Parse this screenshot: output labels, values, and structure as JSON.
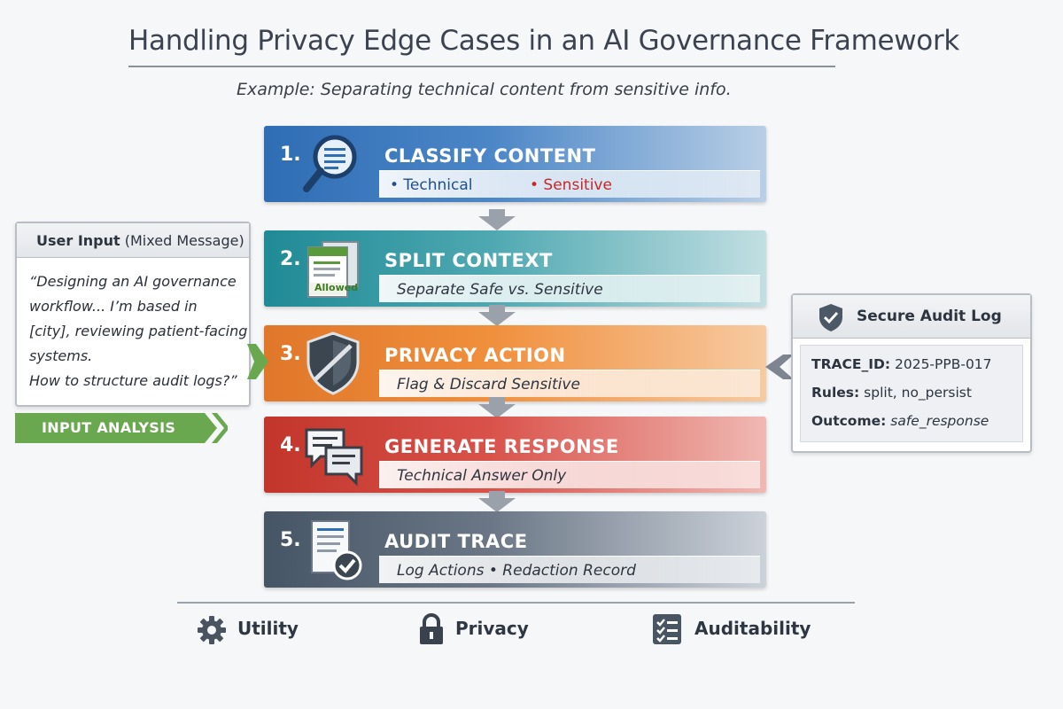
{
  "title": "Handling Privacy Edge Cases in an AI Governance Framework",
  "subtitle": "Example: Separating technical content from sensitive info.",
  "steps": [
    {
      "num": "1.",
      "title": "CLASSIFY CONTENT",
      "tag_technical": "• Technical",
      "tag_sensitive": "• Sensitive"
    },
    {
      "num": "2.",
      "title": "SPLIT CONTEXT",
      "subtitle": "Separate Safe vs. Sensitive",
      "doc_badge": "Allowed"
    },
    {
      "num": "3.",
      "title": "PRIVACY ACTION",
      "subtitle": "Flag & Discard Sensitive"
    },
    {
      "num": "4.",
      "title": "GENERATE RESPONSE",
      "subtitle": "Technical Answer Only"
    },
    {
      "num": "5.",
      "title": "AUDIT TRACE",
      "subtitle": "Log Actions • Redaction Record"
    }
  ],
  "user_input": {
    "title_bold": "User Input",
    "title_rest": " (Mixed Message)",
    "lines": [
      "“Designing an AI governance",
      "workflow... I’m based in",
      "[city], reviewing patient-facing",
      "systems.",
      "How to structure audit logs?”"
    ]
  },
  "input_analysis": "INPUT ANALYSIS",
  "audit_log": {
    "title": "Secure Audit Log",
    "trace_label": "TRACE_ID:",
    "trace_value": " 2025-PPB-017",
    "rules_label": "Rules:",
    "rules_value": " split, no_persist",
    "outcome_label": "Outcome:",
    "outcome_value": " safe_response"
  },
  "footer": [
    {
      "label": "Utility",
      "icon": "gear-icon"
    },
    {
      "label": "Privacy",
      "icon": "lock-icon"
    },
    {
      "label": "Auditability",
      "icon": "checklist-icon"
    }
  ],
  "colors": {
    "step1": "#2f6db4",
    "step2": "#1f8a95",
    "step3": "#e0772a",
    "step4": "#c2352b",
    "step5": "#465566",
    "analysis_green": "#6aa84f"
  }
}
